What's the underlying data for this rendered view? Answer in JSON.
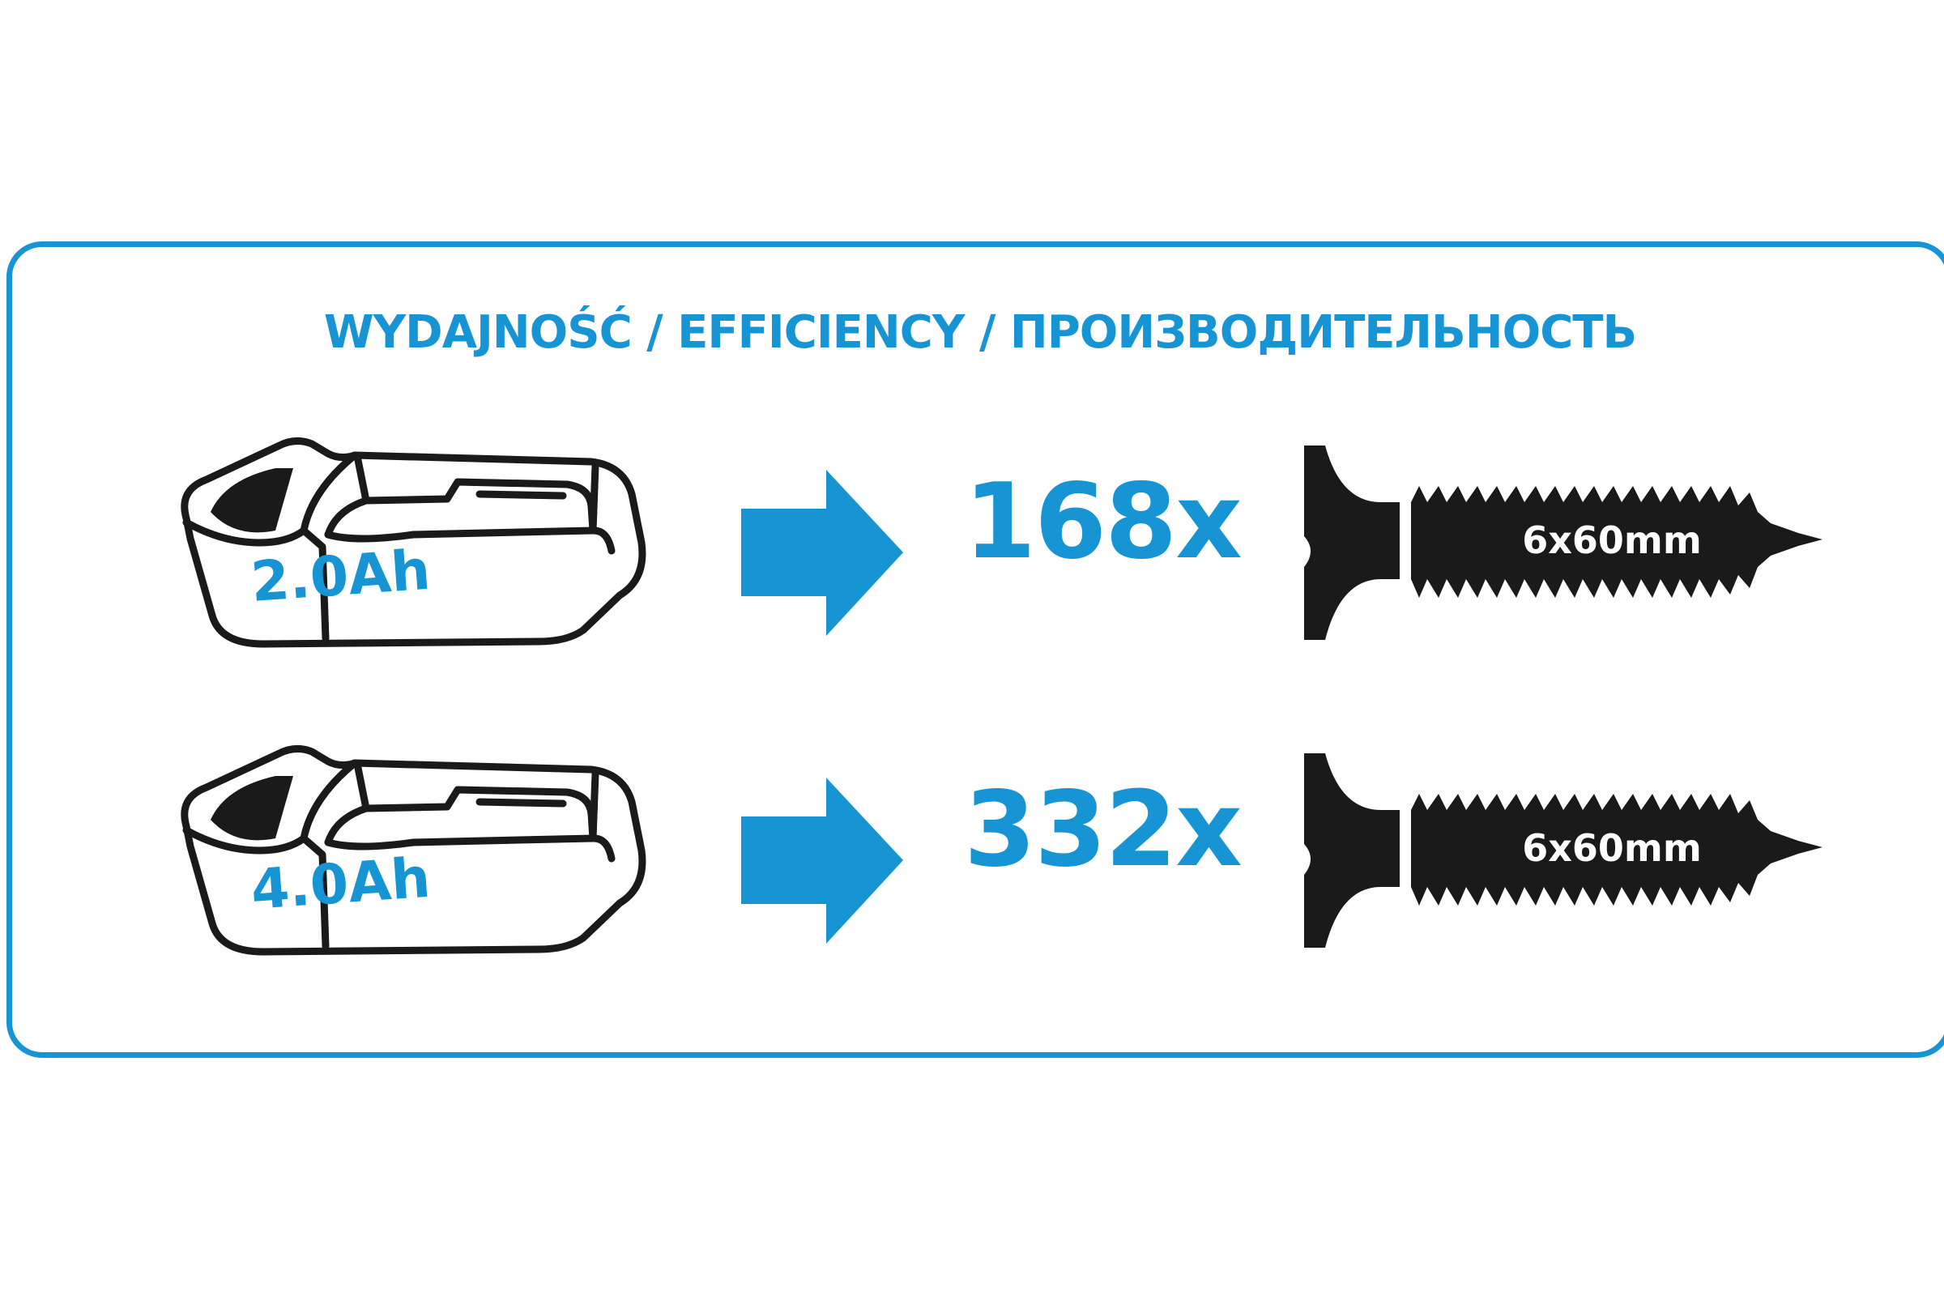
{
  "title": "WYDAJNOŚĆ / EFFICIENCY / ПРОИЗВОДИТЕЛЬНОСТЬ",
  "rows": [
    {
      "battery": "2.0Ah",
      "count": "168x",
      "screw": "6x60mm"
    },
    {
      "battery": "4.0Ah",
      "count": "332x",
      "screw": "6x60mm"
    }
  ],
  "colors": {
    "accent": "#1694d3",
    "dark": "#1a1a1a",
    "background": "#ffffff"
  },
  "icons": {
    "battery": "battery-pack-icon",
    "arrow": "right-arrow-icon",
    "screw": "screw-icon"
  }
}
